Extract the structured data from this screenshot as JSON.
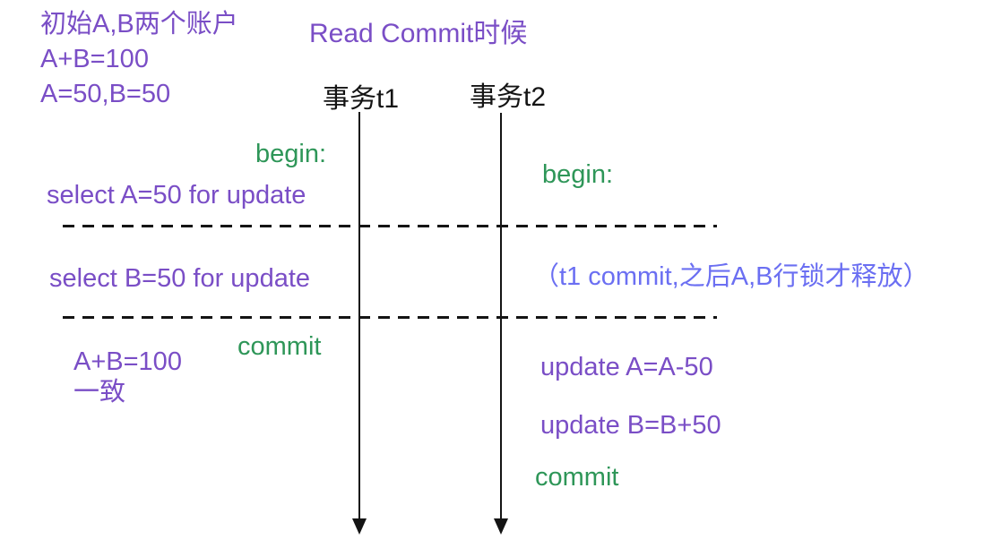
{
  "colors": {
    "purple": "#7a4ec6",
    "green": "#2e9658",
    "blue": "#6b6ff2",
    "line": "#141414",
    "background": "#ffffff"
  },
  "notes": {
    "initial_lines": [
      "初始A,B两个账户",
      "A+B=100",
      "A=50,B=50"
    ],
    "scenario_title": "Read Commit时候"
  },
  "timelines": {
    "t1_label": "事务t1",
    "t2_label": "事务t2"
  },
  "events": {
    "t1_begin": "begin:",
    "t1_select_a": "select A=50 for update",
    "t1_select_b": "select B=50 for update",
    "t1_commit": "commit",
    "t1_result_line1": "A+B=100",
    "t1_result_line2": "一致",
    "t2_begin": "begin:",
    "t2_lock_note": "（t1 commit,之后A,B行锁才释放）",
    "t2_update_a": "update A=A-50",
    "t2_update_b": "update B=B+50",
    "t2_commit": "commit"
  }
}
